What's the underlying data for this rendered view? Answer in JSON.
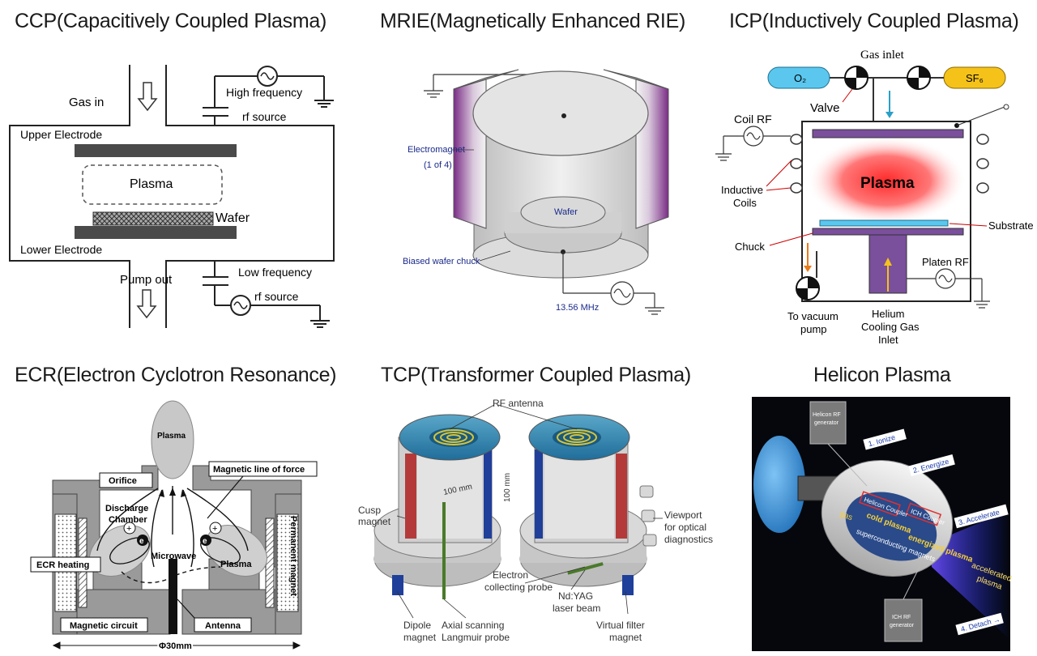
{
  "titles": {
    "ccp": "CCP(Capacitively Coupled Plasma)",
    "mrie": "MRIE(Magnetically Enhanced RIE)",
    "icp": "ICP(Inductively Coupled Plasma)",
    "ecr": "ECR(Electron Cyclotron Resonance)",
    "tcp": "TCP(Transformer Coupled Plasma)",
    "helicon": "Helicon Plasma"
  },
  "ccp": {
    "gas_in": "Gas in",
    "high_frequency": "High frequency",
    "rf_source_top": "rf source",
    "upper_electrode": "Upper Electrode",
    "plasma": "Plasma",
    "wafer": "Wafer",
    "lower_electrode": "Lower Electrode",
    "pump_out": "Pump out",
    "low_frequency": "Low frequency",
    "rf_source_bottom": "rf source"
  },
  "mrie": {
    "electromagnet": "Electromagnet",
    "electromagnet_count": "(1 of 4)",
    "wafer": "Wafer",
    "biased_chuck": "Biased wafer chuck",
    "frequency": "13.56 MHz"
  },
  "icp": {
    "gas_inlet": "Gas inlet",
    "o2": "O₂",
    "sf6": "SF₆",
    "valve": "Valve",
    "coil_rf": "Coil RF",
    "plasma": "Plasma",
    "inductive": "Inductive",
    "coils": "Coils",
    "substrate": "Substrate",
    "chuck": "Chuck",
    "platen_rf": "Platen RF",
    "to_vacuum": "To vacuum",
    "pump": "pump",
    "helium": "Helium",
    "cooling_gas": "Cooling Gas",
    "inlet": "Inlet"
  },
  "ecr": {
    "plasma_top": "Plasma",
    "orifice": "Orifice",
    "magnetic_line": "Magnetic line of force",
    "discharge": "Discharge",
    "chamber": "Chamber",
    "microwave": "Microwave",
    "plasma_right": "Plasma",
    "ecr_heating": "ECR heating",
    "permanent_magnet": "Permanent magnet",
    "magnetic_circuit": "Magnetic circuit",
    "antenna": "Antenna",
    "diameter": "Φ30mm",
    "plus": "+",
    "electron": "e"
  },
  "tcp": {
    "rf_antenna": "RF antenna",
    "dim_left": "100 mm",
    "dim_right": "100 mm",
    "cusp": "Cusp",
    "cusp_magnet": "magnet",
    "viewport": "Viewport",
    "viewport_for": "for optical",
    "viewport_diag": "diagnostics",
    "electron": "Electron",
    "collecting_probe": "collecting probe",
    "ndyag": "Nd:YAG",
    "laser_beam": "laser beam",
    "dipole": "Dipole",
    "dipole_magnet": "magnet",
    "axial": "Axial scanning",
    "langmuir": "Langmuir probe",
    "virtual": "Virtual filter",
    "virtual_magnet": "magnet"
  },
  "helicon": {
    "generator_top": "Helicon RF",
    "generator_top2": "generator",
    "step1": "1. Ionize",
    "step2": "2. Energize",
    "step3": "3. Accelerate",
    "step4": "4. Detach →",
    "helicon_coupler": "Helicon Coupler",
    "ich_coupler": "ICH Coupler",
    "gas": "gas",
    "cold_plasma": "cold plasma",
    "superconducting": "superconducting magnets",
    "energized": "energized plasma",
    "accelerated": "accelerated",
    "accelerated2": "plasma",
    "ich_gen": "ICH RF",
    "ich_gen2": "generator"
  },
  "colors": {
    "wafer_fill": "#cfcfcf",
    "icp_plate": "#7a4f9c",
    "icp_o2": "#5bc7ee",
    "icp_sf6": "#f5c21a",
    "icp_plasma": "#ff2a2a",
    "mrie_magnet": "#7a2c86",
    "tcp_blue": "#1f6d9a",
    "tcp_red": "#b43a3a",
    "helicon_bg": "#05070c"
  }
}
